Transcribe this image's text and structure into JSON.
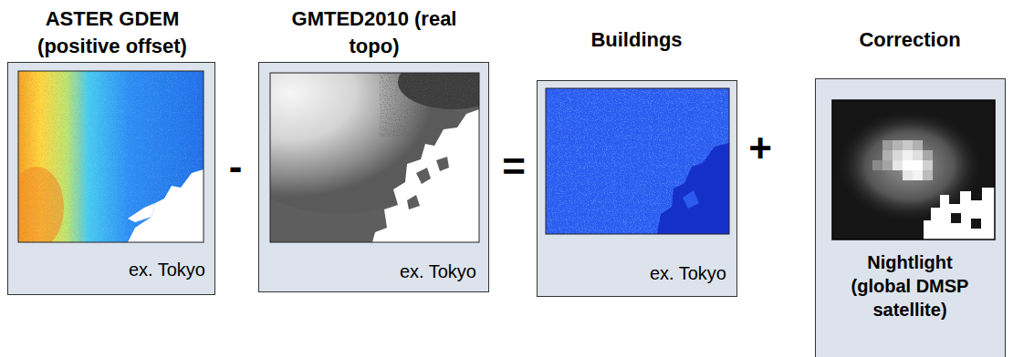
{
  "diagram": {
    "nodes": [
      {
        "text": [
          "ASTER GDEM (positive offset)",
          "ex. Tokyo"
        ]
      },
      {
        "text": [
          "GMTED2010 (real topo)",
          "ex. Tokyo"
        ]
      },
      {
        "text": [
          "Buildings",
          "ex. Tokyo"
        ]
      },
      {
        "text": [
          "Correction",
          "Nightlight (global DMSP satellite)"
        ]
      }
    ],
    "labels": [
      "-",
      "=",
      "+"
    ]
  }
}
